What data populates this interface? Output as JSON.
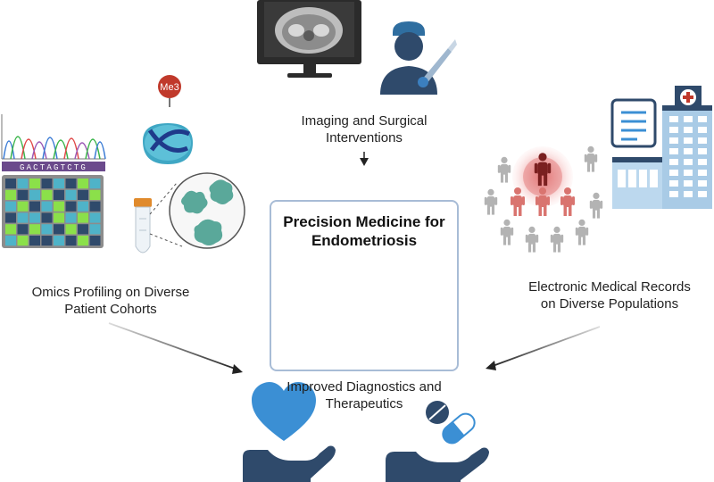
{
  "center": {
    "title_line1": "Precision Medicine for",
    "title_line2": "Endometriosis"
  },
  "imaging": {
    "line1": "Imaging and Surgical",
    "line2": "Interventions"
  },
  "omics": {
    "line1": "Omics Profiling on Diverse",
    "line2": "Patient Cohorts",
    "histone_mark": "Me3",
    "sequence": "GACTAGTCTG"
  },
  "ehr": {
    "line1": "Electronic Medical Records",
    "line2": "on Diverse Populations"
  },
  "outcome": {
    "line1": "Improved Diagnostics and",
    "line2": "Therapeutics"
  },
  "colors": {
    "navy": "#2f4a6b",
    "blue": "#3b8fd4",
    "red": "#c23b3b",
    "teal": "#4fb3c8",
    "green": "#8be04a",
    "box_border": "#a8bcd6"
  }
}
